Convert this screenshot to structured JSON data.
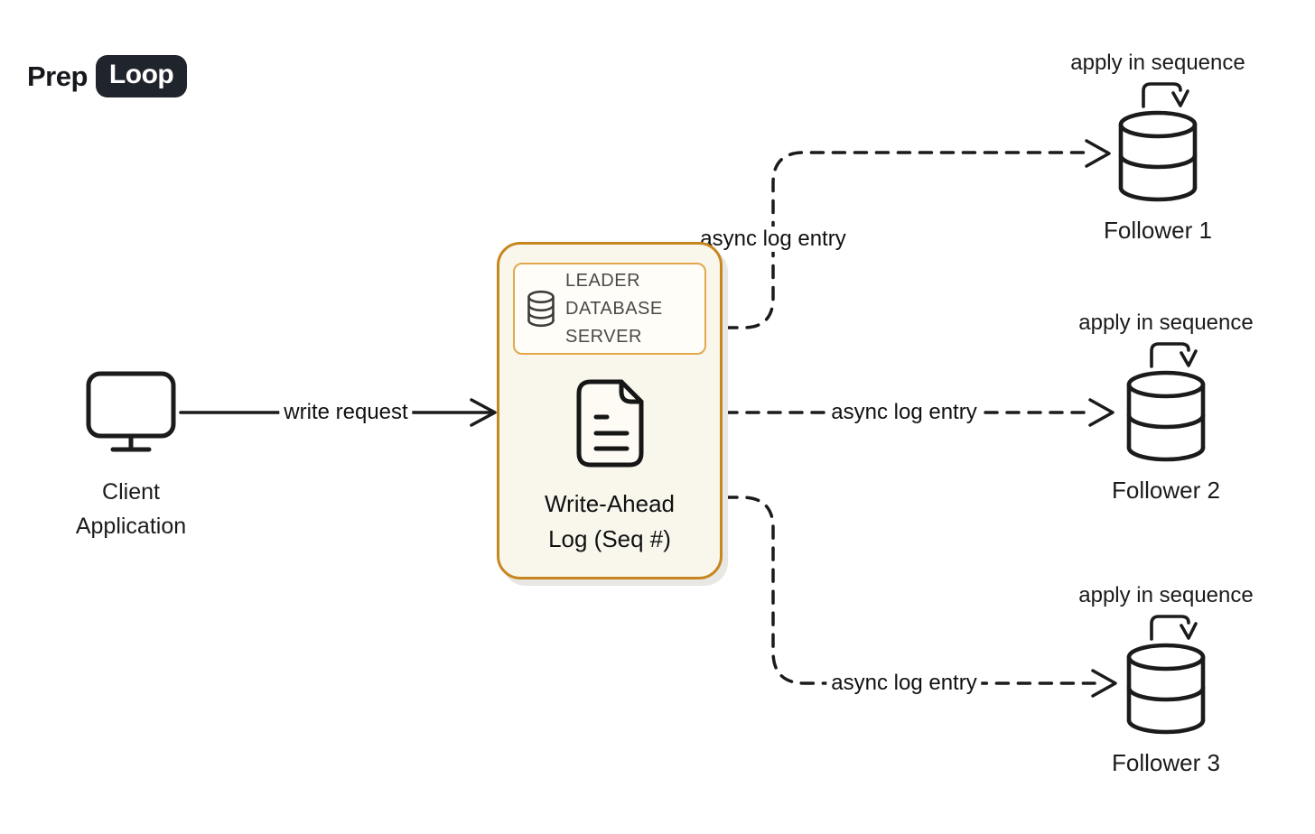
{
  "logo": {
    "prefix": "Prep",
    "badge": "Loop"
  },
  "client": {
    "icon": "monitor-icon",
    "name_line1": "Client",
    "name_line2": "Application"
  },
  "leader": {
    "header": {
      "icon": "database-icon",
      "title": "LEADER\nDATABASE\nSERVER"
    },
    "log_icon": "document-icon",
    "caption_line1": "Write-Ahead",
    "caption_line2": "Log (Seq #)"
  },
  "edges": {
    "write_request_label": "write request",
    "async_labels": [
      "async log entry",
      "async log entry",
      "async log entry"
    ]
  },
  "followers": [
    {
      "apply_label": "apply in sequence",
      "name": "Follower 1",
      "icon": "database-cylinder-icon",
      "loop_icon": "loop-arrow-icon"
    },
    {
      "apply_label": "apply in sequence",
      "name": "Follower 2",
      "icon": "database-cylinder-icon",
      "loop_icon": "loop-arrow-icon"
    },
    {
      "apply_label": "apply in sequence",
      "name": "Follower 3",
      "icon": "database-cylinder-icon",
      "loop_icon": "loop-arrow-icon"
    }
  ],
  "colors": {
    "ink": "#1b1b1b",
    "leader_border": "#c8861f",
    "leader_inner_border": "#e3a84c",
    "leader_bg": "#f9f6ec",
    "badge_bg": "#20242c",
    "gray_text": "#4a4a4a"
  }
}
